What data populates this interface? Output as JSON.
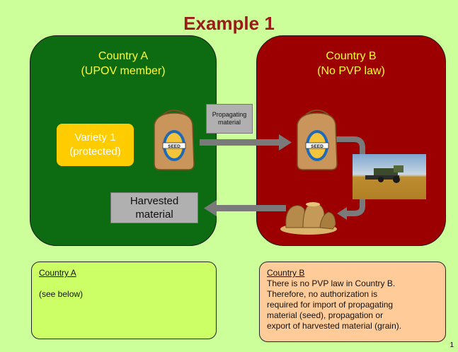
{
  "title": "Example 1",
  "country_a": {
    "line1": "Country A",
    "line2": "(UPOV member)"
  },
  "country_b": {
    "line1": "Country B",
    "line2": "(No PVP law)"
  },
  "variety": {
    "line1": "Variety 1",
    "line2": "(protected)"
  },
  "propagating": {
    "line1": "Propagating",
    "line2": "material"
  },
  "harvested": {
    "line1": "Harvested",
    "line2": "material"
  },
  "seed_label": "SEED",
  "note_a": {
    "heading": "Country A",
    "body": "(see below)"
  },
  "note_b": {
    "heading": "Country B",
    "line1": "There is no PVP law in Country B.",
    "line2": "Therefore, no authorization is",
    "line3": "required for import of propagating",
    "line4": "material (seed), propagation or",
    "line5": "export of harvested material (grain)."
  },
  "page_number": "1",
  "colors": {
    "background": "#ccff99",
    "country_a": "#0d6b12",
    "country_b": "#9c0000",
    "heading_yellow": "#ffff33",
    "title_red": "#9b1b1b"
  }
}
